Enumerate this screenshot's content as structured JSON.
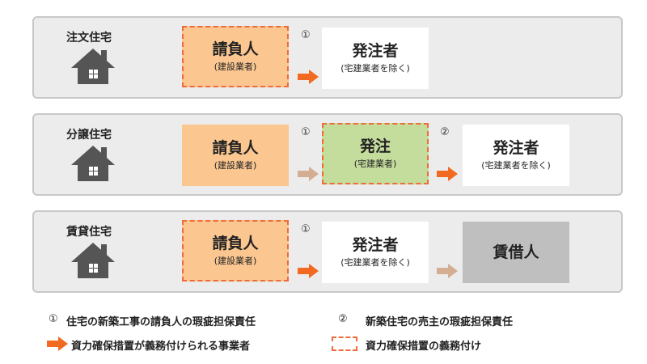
{
  "colors": {
    "request_box": "#fbc690",
    "dashed_border": "#ee6b3a",
    "green_box": "#c4dd9c",
    "owner_box": "#ffffff",
    "tenant_box": "#bfbfbf",
    "arrow_orange": "#f26a21",
    "arrow_tan": "#d4ae92",
    "panel_bg": "#ececec"
  },
  "panels": [
    {
      "title": "注文住宅",
      "icon": "house-icon",
      "contractor": {
        "main": "請負人",
        "sub": "(建設業者)"
      },
      "step1": "①",
      "owner": {
        "main": "発注者",
        "sub": "(宅建業者を除く)"
      }
    },
    {
      "title": "分譲住宅",
      "icon": "house-icon",
      "contractor": {
        "main": "請負人",
        "sub": "(建設業者)"
      },
      "step1": "①",
      "middle": {
        "main": "発注",
        "sub": "(宅建業者)"
      },
      "step2": "②",
      "owner": {
        "main": "発注者",
        "sub": "(宅建業者を除く)"
      }
    },
    {
      "title": "賃貸住宅",
      "icon": "house-icon",
      "contractor": {
        "main": "請負人",
        "sub": "(建設業者)"
      },
      "step1": "①",
      "owner": {
        "main": "発注者",
        "sub": "(宅建業者を除く)"
      },
      "tenant": {
        "main": "賃借人"
      }
    }
  ],
  "legend": {
    "num1": "①",
    "item1": "住宅の新築工事の請負人の瑕疵担保責任",
    "num2": "②",
    "item2": "新築住宅の売主の瑕疵担保責任",
    "arrow_text": "資力確保措置が義務付けられる事業者",
    "dashed_text": "資力確保措置の義務付け"
  }
}
